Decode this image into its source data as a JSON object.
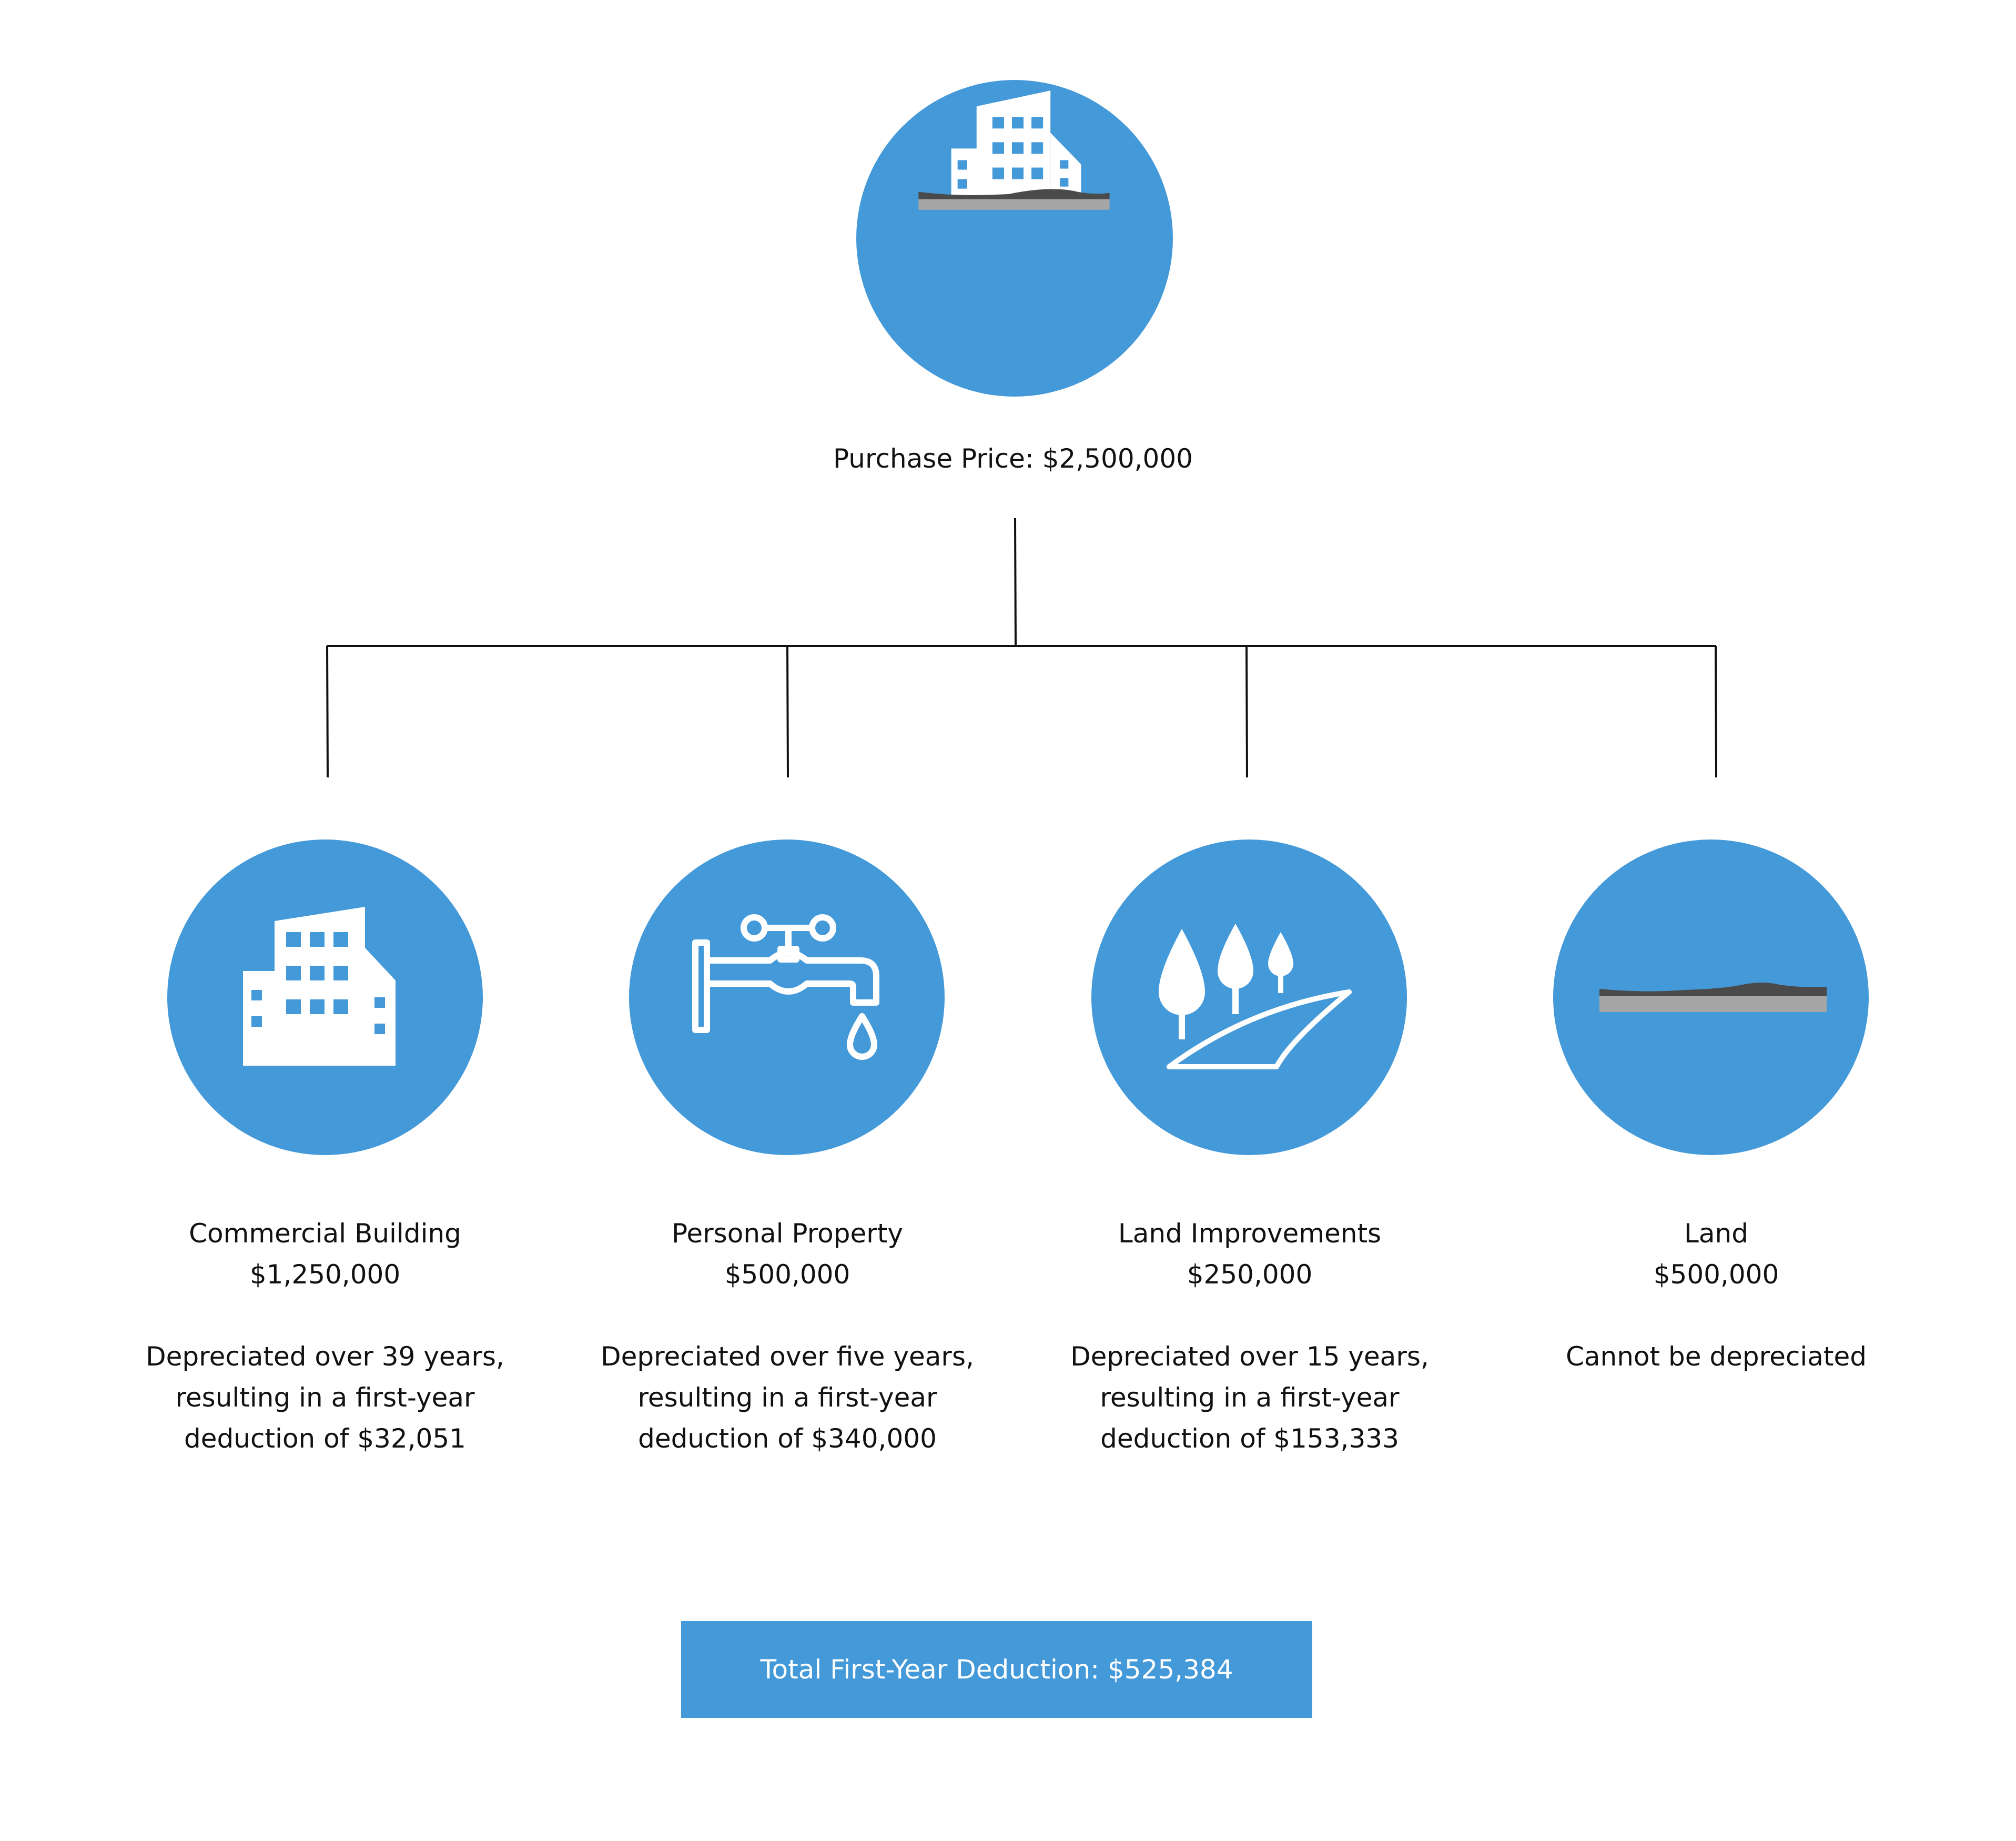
{
  "root": {
    "label": "Purchase Price: $2,500,000",
    "icon": "building-icon"
  },
  "children": [
    {
      "title": "Commercial Building",
      "amount": "$1,250,000",
      "desc_lines": [
        "Depreciated over 39 years,",
        "resulting in a first-year",
        "deduction of $32,051"
      ],
      "icon": "building-icon"
    },
    {
      "title": "Personal Property",
      "amount": "$500,000",
      "desc_lines": [
        "Depreciated over five years,",
        "resulting in a first-year",
        "deduction of $340,000"
      ],
      "icon": "faucet-icon"
    },
    {
      "title": "Land Improvements",
      "amount": "$250,000",
      "desc_lines": [
        "Depreciated over 15 years,",
        "resulting in a first-year",
        "deduction of $153,333"
      ],
      "icon": "trees-landscape-icon"
    },
    {
      "title": "Land",
      "amount": "$500,000",
      "desc_lines": [
        "Cannot be depreciated"
      ],
      "icon": "land-strip-icon"
    }
  ],
  "total": {
    "label": "Total First-Year Deduction: $525,384"
  },
  "colors": {
    "accent": "#4499d9",
    "icon_white": "#ffffff",
    "ground_dark": "#4a4a4a",
    "ground_light": "#a6a6a6",
    "connector": "#111111"
  }
}
